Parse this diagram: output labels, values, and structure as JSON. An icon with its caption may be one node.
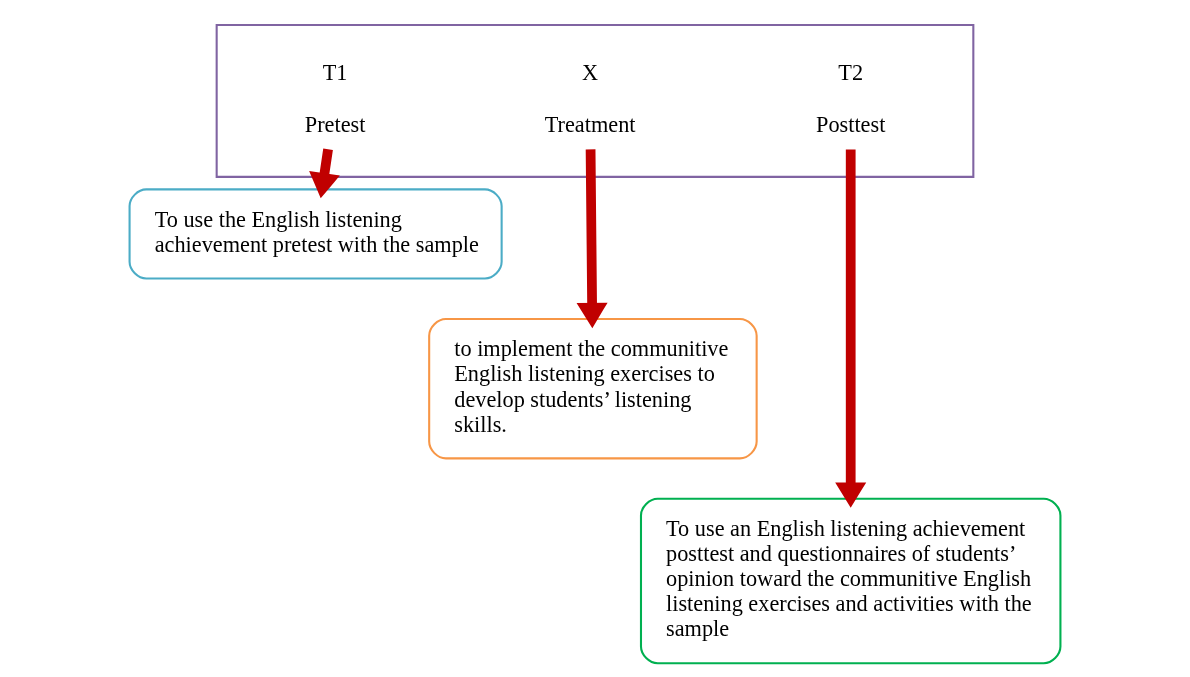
{
  "diagram": {
    "nodes": [
      {
        "text": [],
        "shape": "box"
      },
      {
        "text": [
          "T1",
          "Pretest"
        ],
        "in": 0
      },
      {
        "text": [
          "X",
          "Treatment"
        ],
        "in": 0
      },
      {
        "text": [
          "T2",
          "Posttest"
        ],
        "in": 0
      },
      {
        "text": [
          "To use the English listening achievement pretest with the sample"
        ]
      },
      {
        "text": [
          "to implement the communitive English listening exercises to develop students’ listening skills."
        ]
      },
      {
        "text": [
          "To use an English listening achievement posttest and questionnaires of students’ opinion toward the communitive English listening exercises and activities with the sample"
        ]
      }
    ],
    "edges": [
      {
        "from": 1,
        "to": 4,
        "arrow": "to"
      },
      {
        "from": 2,
        "to": 5,
        "arrow": "to"
      },
      {
        "from": 3,
        "to": 6,
        "arrow": "to"
      }
    ]
  }
}
